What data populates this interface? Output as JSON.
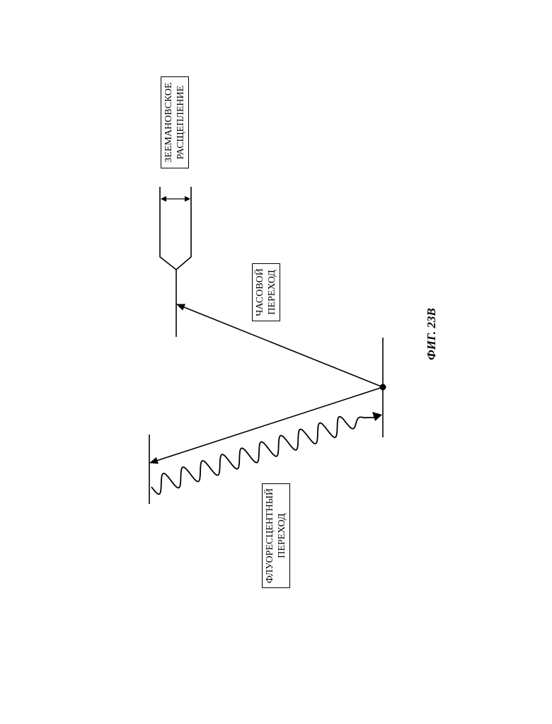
{
  "figure": {
    "caption": "ФИГ. 23В"
  },
  "labels": {
    "zeeman": {
      "line1": "ЗЕЕМАНОВСКОЕ",
      "line2": "РАСЩЕПЛЕНИЕ"
    },
    "clock": {
      "line1": "ЧАСОВОЙ",
      "line2": "ПЕРЕХОД"
    },
    "fluorescent": {
      "line1": "ФЛУОРЕСЦЕНТНЫЙ",
      "line2": "ПЕРЕХОД"
    }
  },
  "colors": {
    "ink": "#000000",
    "background": "#ffffff"
  }
}
